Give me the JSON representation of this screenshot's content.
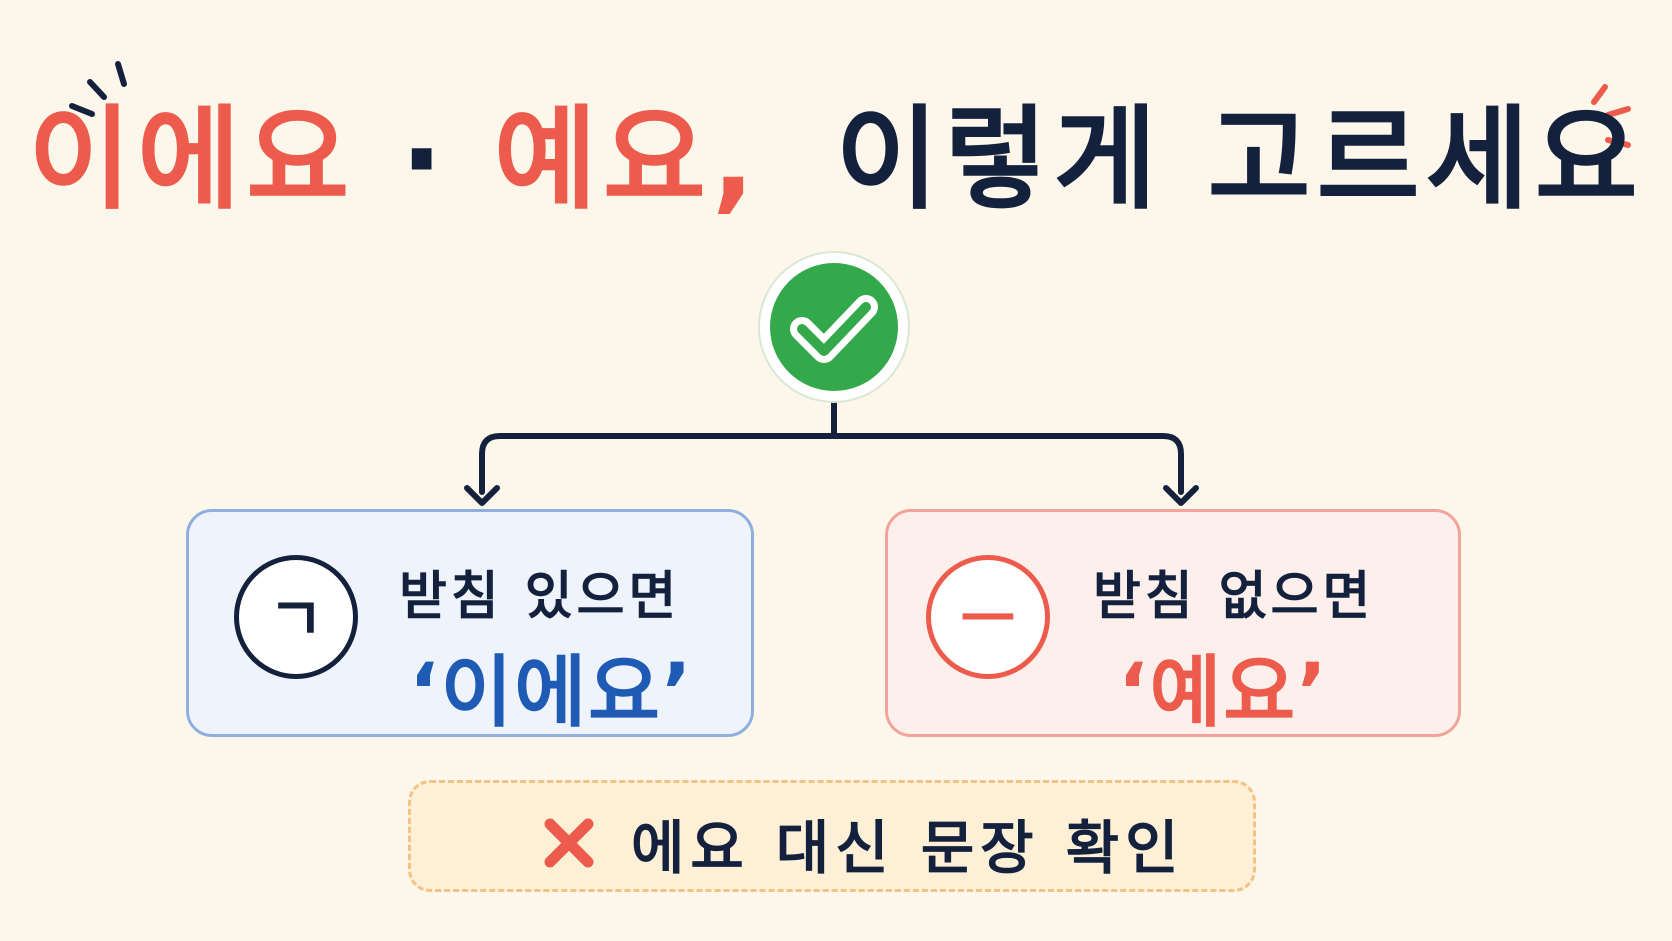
{
  "title": {
    "part1": "이에요",
    "separator": "·",
    "part2": "예요,",
    "part3": "이렇게 고르세요"
  },
  "top_icon": "check-icon",
  "branches": [
    {
      "badge": "ㄱ",
      "condition": "받침 있으면",
      "ending": "‘이에요’",
      "color": "#1f5bb5"
    },
    {
      "badge": "ㅡ",
      "condition": "받침 없으면",
      "ending": "‘예요’",
      "color": "#ec5b4c"
    }
  ],
  "note": {
    "icon": "x-mark-icon",
    "text": "에요 대신 문장 확인"
  },
  "colors": {
    "accent_red": "#ec5b4c",
    "navy": "#14213d",
    "green": "#34a94c",
    "blue": "#1f5bb5"
  }
}
